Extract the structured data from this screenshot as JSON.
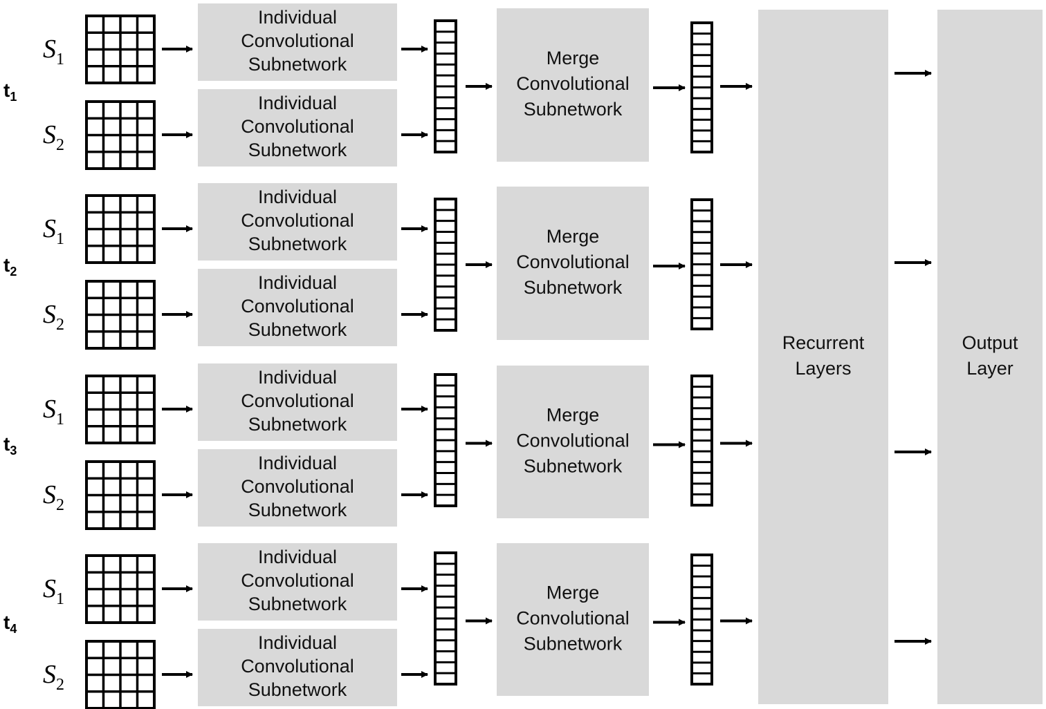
{
  "colors": {
    "box": "#d9d9d9",
    "ink": "#000000"
  },
  "time_steps": [
    {
      "t": "t",
      "sub": "1"
    },
    {
      "t": "t",
      "sub": "2"
    },
    {
      "t": "t",
      "sub": "3"
    },
    {
      "t": "t",
      "sub": "4"
    }
  ],
  "sensors": [
    {
      "s": "S",
      "sub": "1"
    },
    {
      "s": "S",
      "sub": "2"
    }
  ],
  "individual_label": [
    "Individual",
    "Convolutional",
    "Subnetwork"
  ],
  "merge_label": [
    "Merge",
    "Convolutional",
    "Subnetwork"
  ],
  "recurrent_label": [
    "Recurrent",
    "Layers"
  ],
  "output_label": [
    "Output",
    "Layer"
  ],
  "icons": {
    "input_grid": "grid-icon",
    "vector": "vector-icon",
    "arrow": "arrow-icon"
  }
}
